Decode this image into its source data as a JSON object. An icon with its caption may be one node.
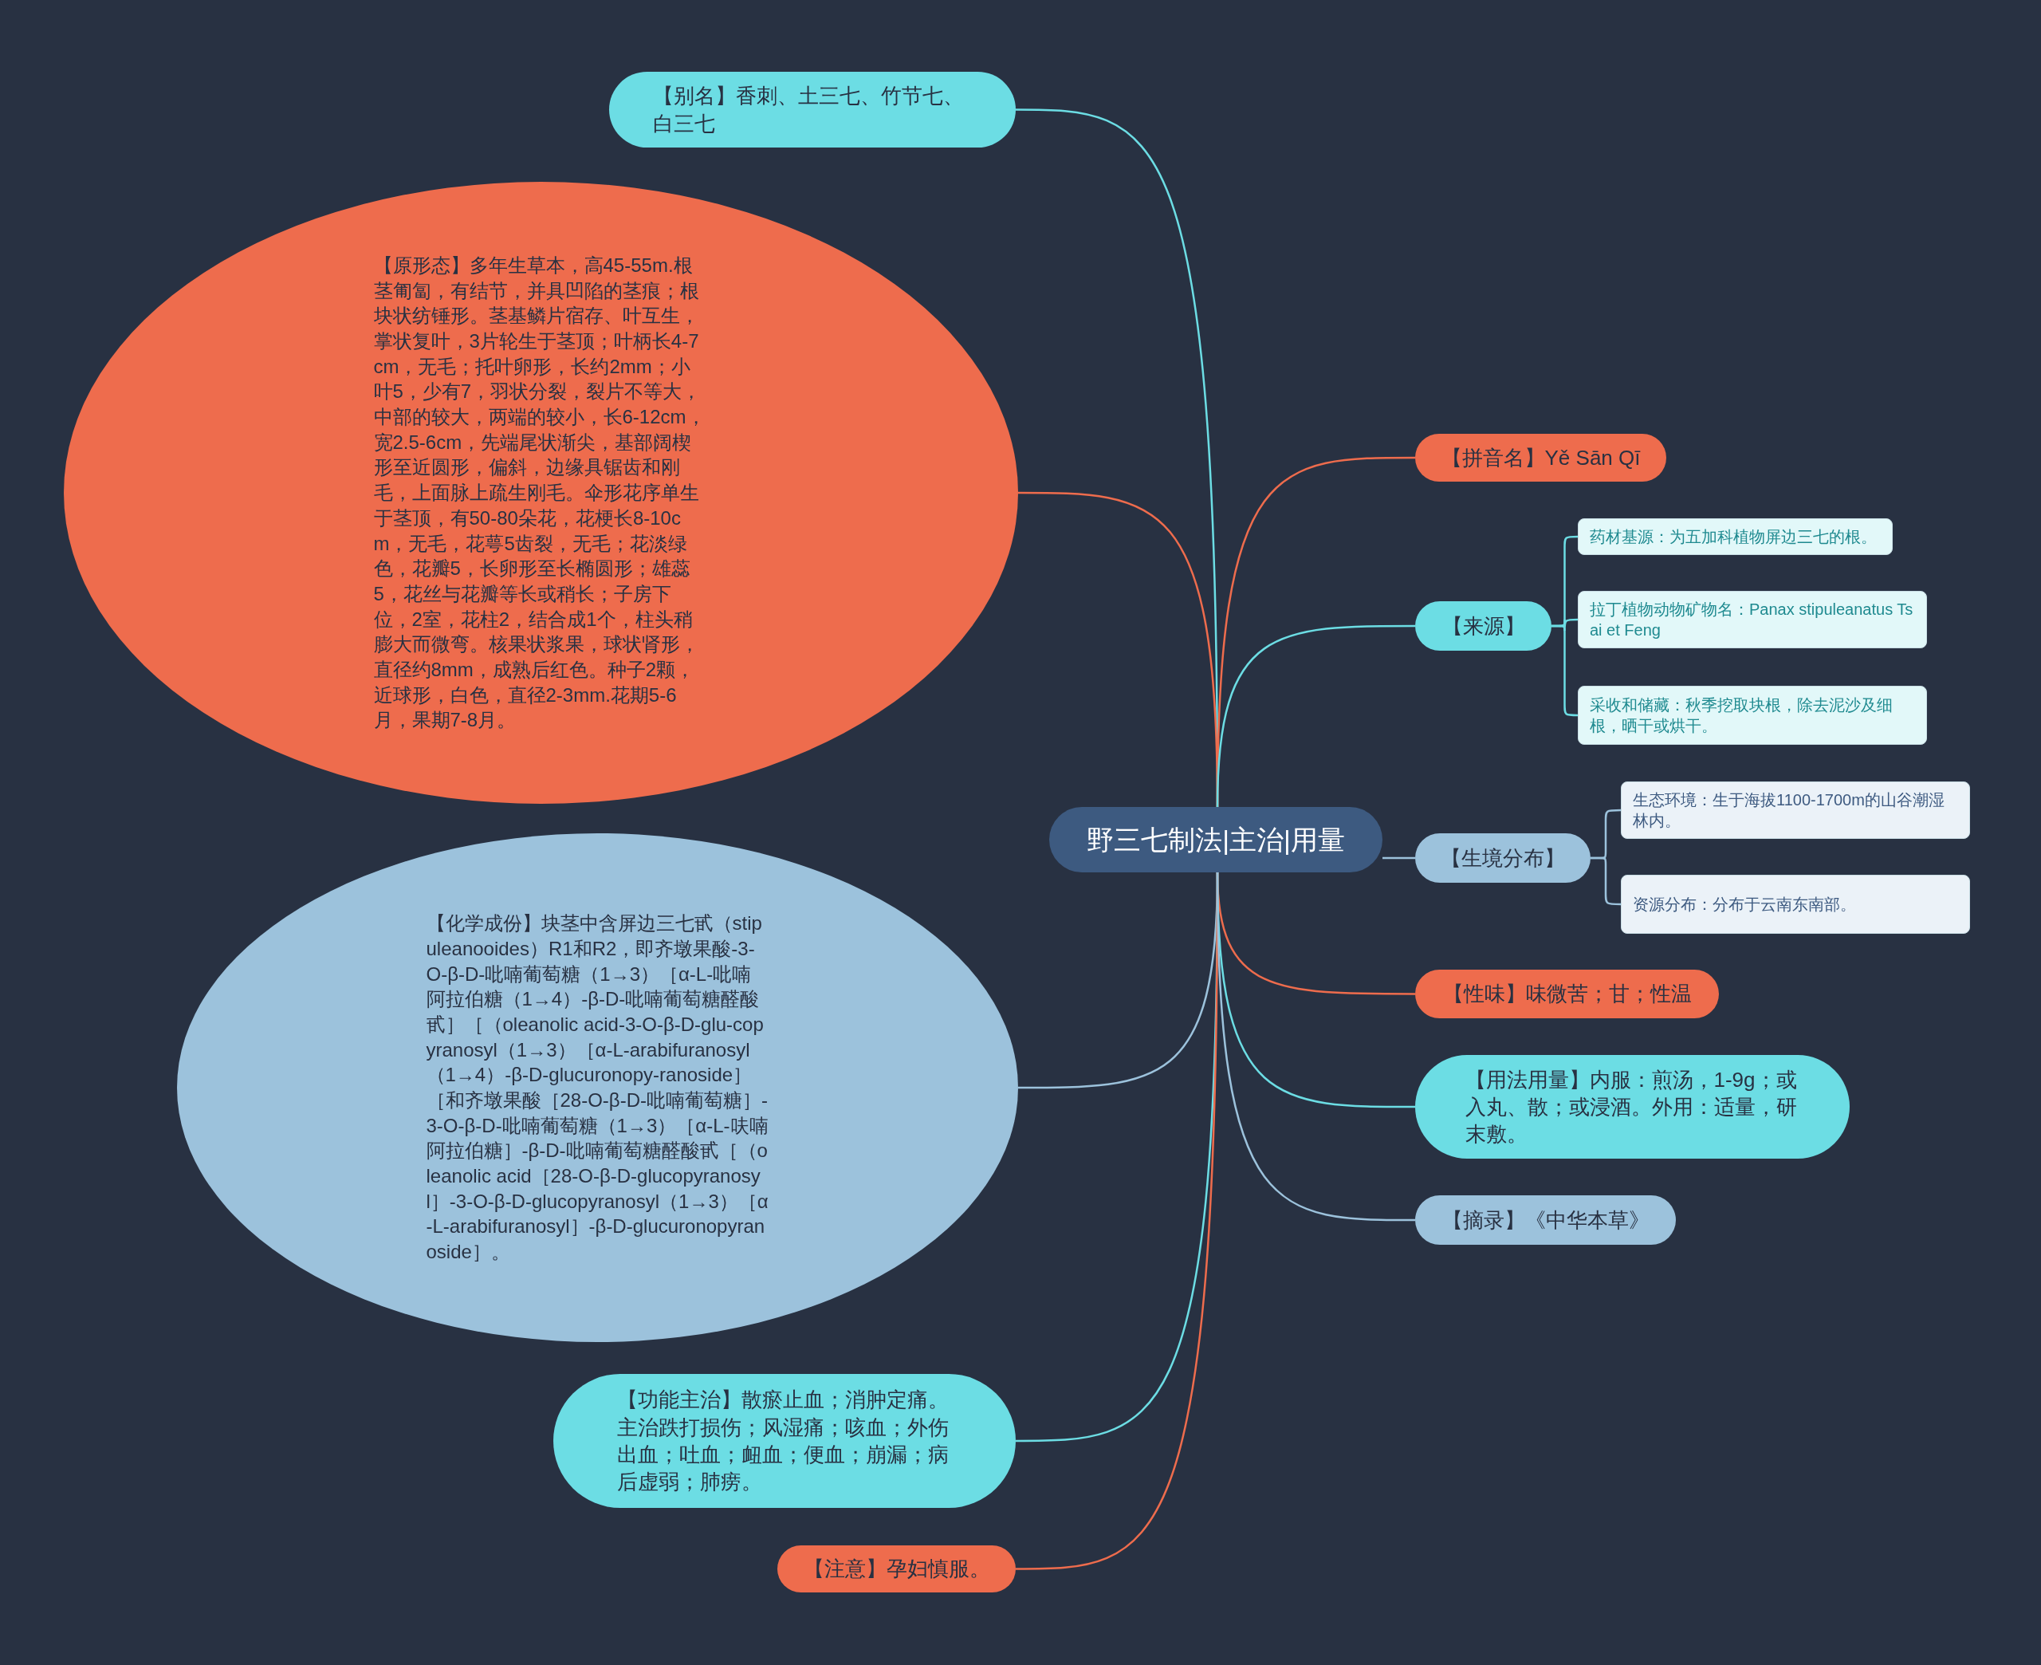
{
  "diagram": {
    "nodes": [
      {
        "text": [
          "野三七制法|主治|用量"
        ]
      },
      {
        "text": [
          "【别名】香刺、土三七、竹节七、白三七"
        ]
      },
      {
        "text": [
          "【原形态】多年生草本，高45-55m.根茎匍匐，有结节，并具凹陷的茎痕；根块状纺锤形。茎基鳞片宿存、叶互生，掌状复叶，3片轮生于茎顶；叶柄长4-7cm，无毛；托叶卵形，长约2mm；小叶5，少有7，羽状分裂，裂片不等大，中部的较大，两端的较小，长6-12cm，宽2.5-6cm，先端尾状渐尖，基部阔楔形至近圆形，偏斜，边缘具锯齿和刚毛，上面脉上疏生刚毛。伞形花序单生于茎顶，有50-80朵花，花梗长8-10cm，无毛，花萼5齿裂，无毛；花淡绿色，花瓣5，长卵形至长椭圆形；雄蕊5，花丝与花瓣等长或稍长；子房下位，2室，花柱2，结合成1个，柱头稍膨大而微弯。核果状浆果，球状肾形，直径约8mm，成熟后红色。种子2颗，近球形，白色，直径2-3mm.花期5-6月，果期7-8月。"
        ]
      },
      {
        "text": [
          "【化学成份】块茎中含屏边三七甙（stipuleanooides）R1和R2，即齐墩果酸-3-O-β-D-吡喃葡萄糖（1→3）［α-L-吡喃阿拉伯糖（1→4）-β-D-吡喃葡萄糖醛酸甙］［（oleanolic acid-3-O-β-D-glu-copyranosyl（1→3）［α-L-arabifuranosyl（1→4）-β-D-glucuronopy-ranoside］［和齐墩果酸［28-O-β-D-吡喃葡萄糖］-3-O-β-D-吡喃葡萄糖（1→3）［α-L-呋喃阿拉伯糖］-β-D-吡喃葡萄糖醛酸甙［（oleanolic acid［28-O-β-D-glucopyranosyl］-3-O-β-D-glucopyranosyl（1→3）［α-L-arabifuranosyl］-β-D-glucuronopyranoside］。"
        ]
      },
      {
        "text": [
          "【功能主治】散瘀止血；消肿定痛。主治跌打损伤；风湿痛；咳血；外伤出血；吐血；衄血；便血；崩漏；病后虚弱；肺痨。"
        ]
      },
      {
        "text": [
          "【注意】孕妇慎服。"
        ]
      },
      {
        "text": [
          "【拼音名】Yě Sān Qī"
        ]
      },
      {
        "text": [
          "【来源】"
        ]
      },
      {
        "text": [
          "药材基源：为五加科植物屏边三七的根。"
        ]
      },
      {
        "text": [
          "拉丁植物动物矿物名：Panax stipuleanatus Tsai et Feng"
        ]
      },
      {
        "text": [
          "采收和储藏：秋季挖取块根，除去泥沙及细根，晒干或烘干。"
        ]
      },
      {
        "text": [
          "【生境分布】"
        ]
      },
      {
        "text": [
          "生态环境：生于海拔1100-1700m的山谷潮湿林内。"
        ]
      },
      {
        "text": [
          "资源分布：分布于云南东南部。"
        ]
      },
      {
        "text": [
          "【性味】味微苦；甘；性温"
        ]
      },
      {
        "text": [
          "【用法用量】内服：煎汤，1-9g；或入丸、散；或浸酒。外用：适量，研末敷。"
        ]
      },
      {
        "text": [
          "【摘录】《中华本草》"
        ]
      }
    ],
    "edges": [
      {
        "from": 0,
        "to": 1,
        "arrow": "none"
      },
      {
        "from": 0,
        "to": 2,
        "arrow": "none",
        "color": "#ee6c4d"
      },
      {
        "from": 0,
        "to": 3,
        "arrow": "none",
        "color": "#9cc2dc"
      },
      {
        "from": 0,
        "to": 4,
        "arrow": "none"
      },
      {
        "from": 0,
        "to": 5,
        "arrow": "none",
        "color": "#ee6c4d"
      },
      {
        "from": 0,
        "to": 6,
        "arrow": "none",
        "color": "#ee6c4d"
      },
      {
        "from": 0,
        "to": 7,
        "arrow": "none"
      },
      {
        "from": 7,
        "to": 8,
        "arrow": "none"
      },
      {
        "from": 7,
        "to": 9,
        "arrow": "none"
      },
      {
        "from": 7,
        "to": 10,
        "arrow": "none"
      },
      {
        "from": 0,
        "to": 11,
        "arrow": "none",
        "color": "#9cc2dc"
      },
      {
        "from": 11,
        "to": 12,
        "arrow": "none",
        "color": "#9cc2dc"
      },
      {
        "from": 11,
        "to": 13,
        "arrow": "none",
        "color": "#9cc2dc"
      },
      {
        "from": 0,
        "to": 14,
        "arrow": "none",
        "color": "#ee6c4d"
      },
      {
        "from": 0,
        "to": 15,
        "arrow": "none"
      },
      {
        "from": 0,
        "to": 16,
        "arrow": "none",
        "color": "#9cc2dc"
      }
    ]
  }
}
